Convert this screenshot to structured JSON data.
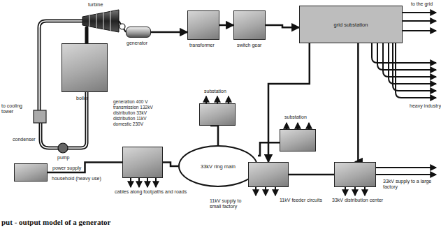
{
  "diagram": {
    "caption": "put - output model of a generator",
    "nodes": [
      {
        "text": [
          "boiler"
        ]
      },
      {
        "text": [
          "generator"
        ]
      },
      {
        "text": [
          "transformer"
        ]
      },
      {
        "text": [
          "switch gear"
        ]
      },
      {
        "text": [
          "grid substation"
        ]
      },
      {
        "text": [
          "substation"
        ]
      },
      {
        "text": [
          "substation"
        ]
      },
      {
        "text": [
          "33kV ring main"
        ]
      },
      {
        "text": [
          "cables along footpaths and roads"
        ]
      },
      {
        "text": [
          "11kV feeder circuits"
        ]
      },
      {
        "text": [
          "33kV distribution center"
        ]
      },
      {
        "text": [
          "power supply"
        ]
      }
    ],
    "edges": [
      {
        "from": 1,
        "to": 2,
        "arrow": "to"
      },
      {
        "from": 2,
        "to": 3,
        "arrow": "to"
      },
      {
        "from": 3,
        "to": 4,
        "arrow": "to"
      },
      {
        "from": 4,
        "to": 10,
        "arrow": "to"
      },
      {
        "from": 4,
        "to": 9,
        "arrow": "to"
      },
      {
        "from": 7,
        "to": 5,
        "arrow": "none"
      },
      {
        "from": 7,
        "to": 6,
        "arrow": "none"
      },
      {
        "from": 7,
        "to": 9,
        "arrow": "none"
      },
      {
        "from": 8,
        "to": 7,
        "arrow": "none"
      },
      {
        "from": 9,
        "to": 10,
        "arrow": "none"
      },
      {
        "from": 11,
        "to": 8,
        "arrow": "none"
      }
    ],
    "labels": [
      "turbine",
      "to cooling tower",
      "condenser",
      "pump",
      "generation 400 V",
      "transmission 132kV",
      "distribution 33kV",
      "distribution 11kV",
      "domestic 230V",
      "to the grid",
      "heavy industry",
      "household (heavy use)",
      "11kV supply to small factory",
      "33kV supply to a large factory"
    ]
  }
}
